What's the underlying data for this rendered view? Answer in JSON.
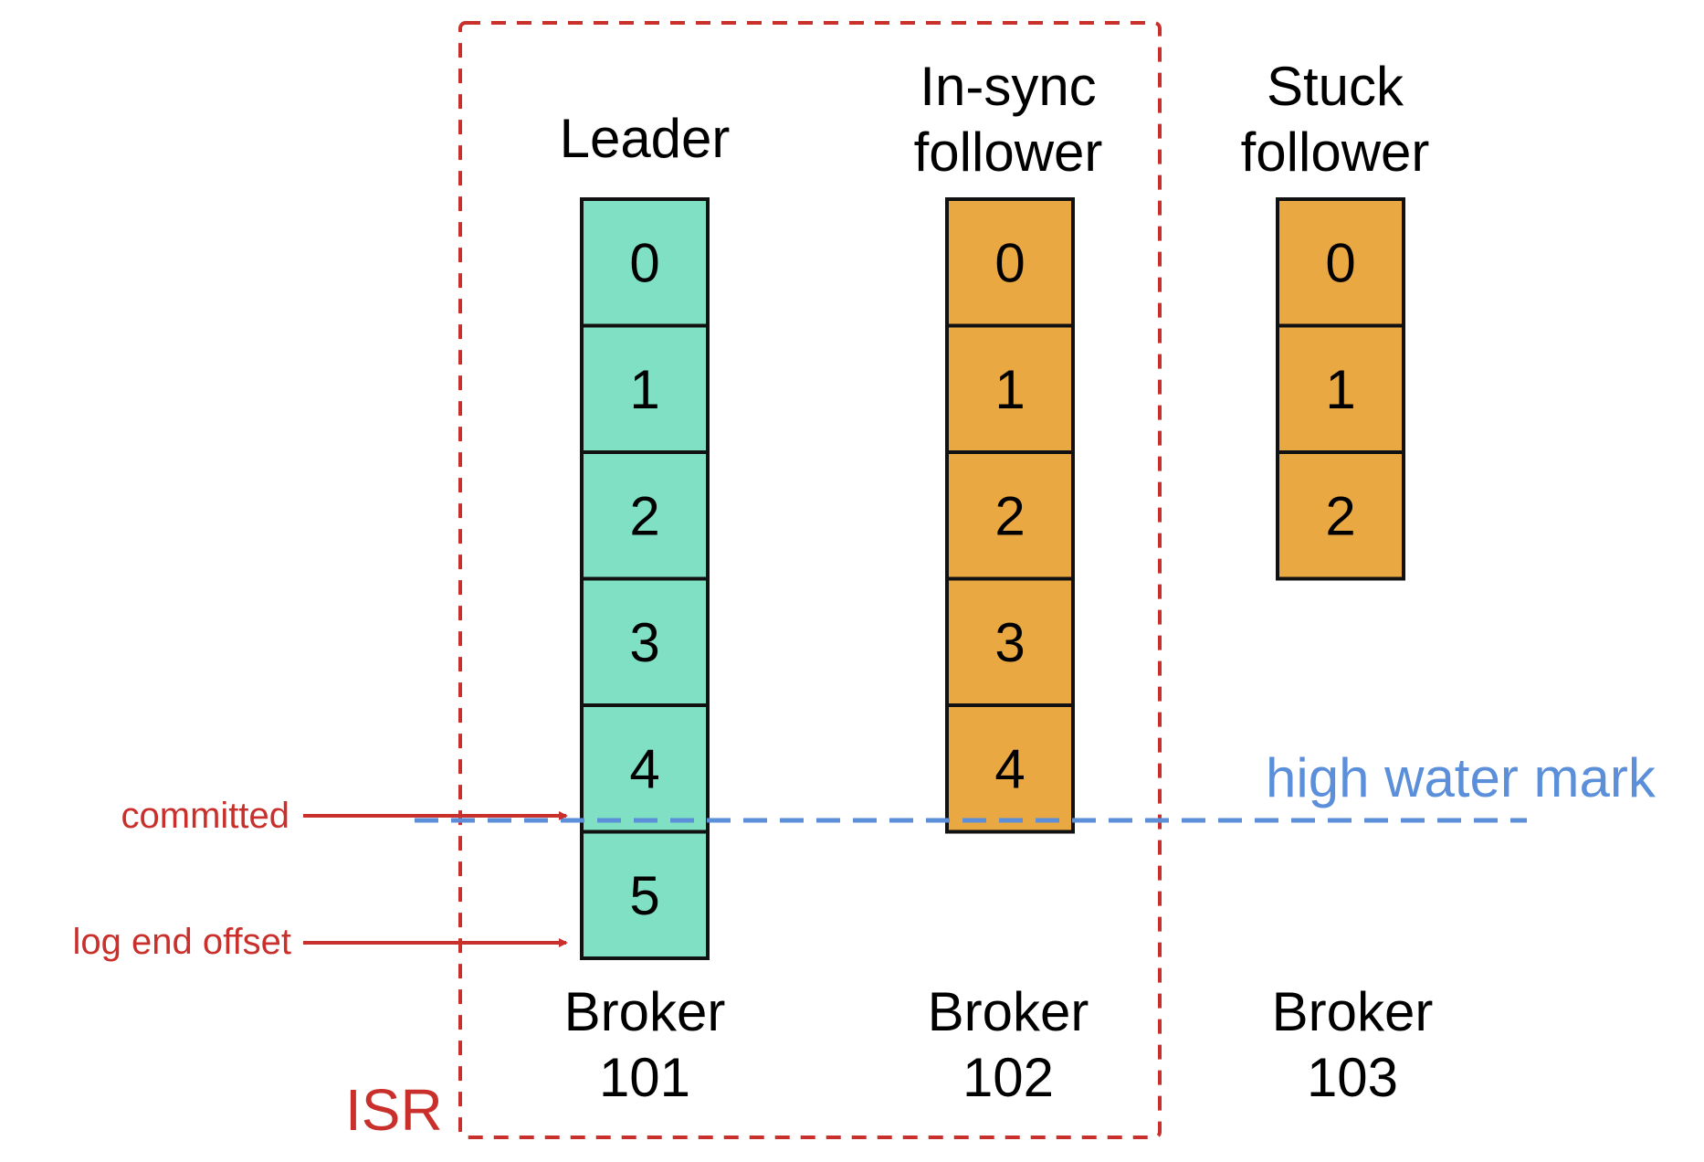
{
  "isr": {
    "label": "ISR",
    "color": "#c9302c"
  },
  "high_water_mark": {
    "label": "high water mark",
    "color": "#5b8fd9"
  },
  "pointers": {
    "color": "#c9302c",
    "committed": "committed",
    "log_end_offset": "log end offset"
  },
  "brokers": [
    {
      "role_lines": [
        "Leader"
      ],
      "broker_label": "Broker",
      "broker_id": "101",
      "fill": "#7fe0c4",
      "offsets": [
        "0",
        "1",
        "2",
        "3",
        "4",
        "5"
      ]
    },
    {
      "role_lines": [
        "In-sync",
        "follower"
      ],
      "broker_label": "Broker",
      "broker_id": "102",
      "fill": "#eaa842",
      "offsets": [
        "0",
        "1",
        "2",
        "3",
        "4"
      ]
    },
    {
      "role_lines": [
        "Stuck",
        "follower"
      ],
      "broker_label": "Broker",
      "broker_id": "103",
      "fill": "#eaa842",
      "offsets": [
        "0",
        "1",
        "2"
      ]
    }
  ]
}
